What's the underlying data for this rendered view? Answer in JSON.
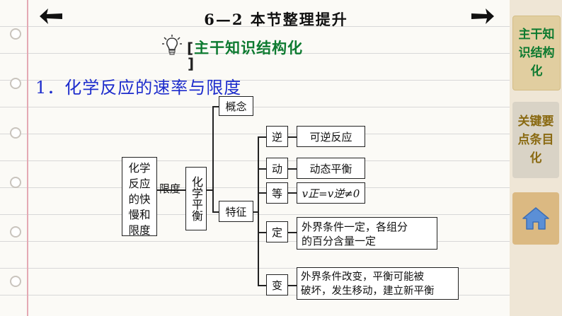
{
  "nav": {
    "page_title": "6—2  本节整理提升",
    "prev_icon": "arrow-left-icon",
    "next_icon": "arrow-right-icon"
  },
  "section": {
    "icon": "lightbulb-icon",
    "bracket_left": "[",
    "title": "主干知识结构化",
    "bracket_right": "]"
  },
  "heading": "1．化学反应的速率与限度",
  "diagram": {
    "root": "化学反应的快慢和限度",
    "connector": "限度",
    "center": "化学平衡",
    "branch_concept": "概念",
    "branch_features": "特征",
    "features": [
      {
        "label": "逆",
        "desc": "可逆反应"
      },
      {
        "label": "动",
        "desc": "动态平衡"
      },
      {
        "label": "等",
        "desc": "v正=v逆≠0"
      },
      {
        "label": "定",
        "desc_lines": [
          "外界条件一定，各组分",
          "的百分含量一定"
        ]
      },
      {
        "label": "变",
        "desc_lines": [
          "外界条件改变，平衡可能被",
          "破坏，发生移动，建立新平衡"
        ]
      }
    ]
  },
  "sidebar": {
    "tab_active": "主干知识结构化",
    "tab_key_points": "关键要点条目化",
    "home_icon": "home-icon"
  },
  "colors": {
    "heading_blue": "#1d2ccc",
    "section_green": "#0d7a30",
    "tab_gold_text": "#8a6a12"
  }
}
